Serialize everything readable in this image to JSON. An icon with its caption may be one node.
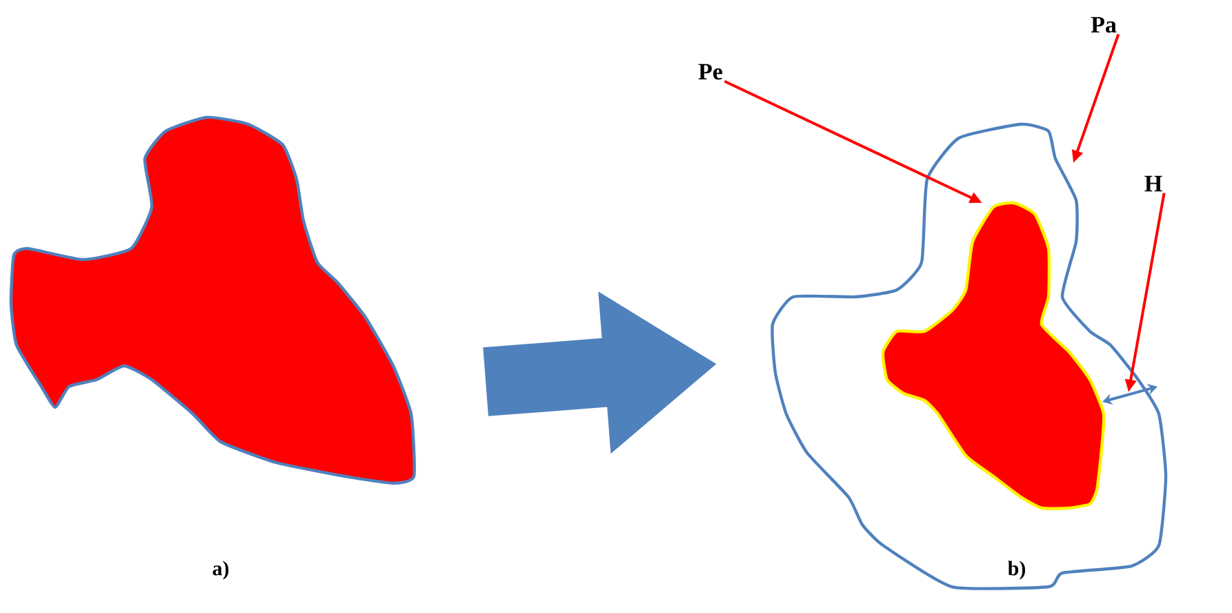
{
  "diagram": {
    "nodes": [
      {
        "text": [],
        "shape": "blob"
      },
      {
        "text": [],
        "shape": "blob"
      },
      {
        "text": [],
        "shape": "blob",
        "in": 1
      },
      {
        "text": [
          "Pe"
        ]
      },
      {
        "text": [
          "Pa"
        ]
      },
      {
        "text": [
          "H"
        ]
      },
      {
        "text": [],
        "shape": "arrow",
        "in": 1
      }
    ],
    "edges": [
      {
        "from": 0,
        "to": 1,
        "arrow": "to",
        "style": "thick",
        "color": "#4f81bd"
      },
      {
        "from": 3,
        "to": 2,
        "arrow": "to"
      },
      {
        "from": 4,
        "to": 1,
        "arrow": "to"
      },
      {
        "from": 5,
        "to": 6,
        "arrow": "to"
      }
    ],
    "labels": [
      "a)",
      "b)"
    ]
  }
}
